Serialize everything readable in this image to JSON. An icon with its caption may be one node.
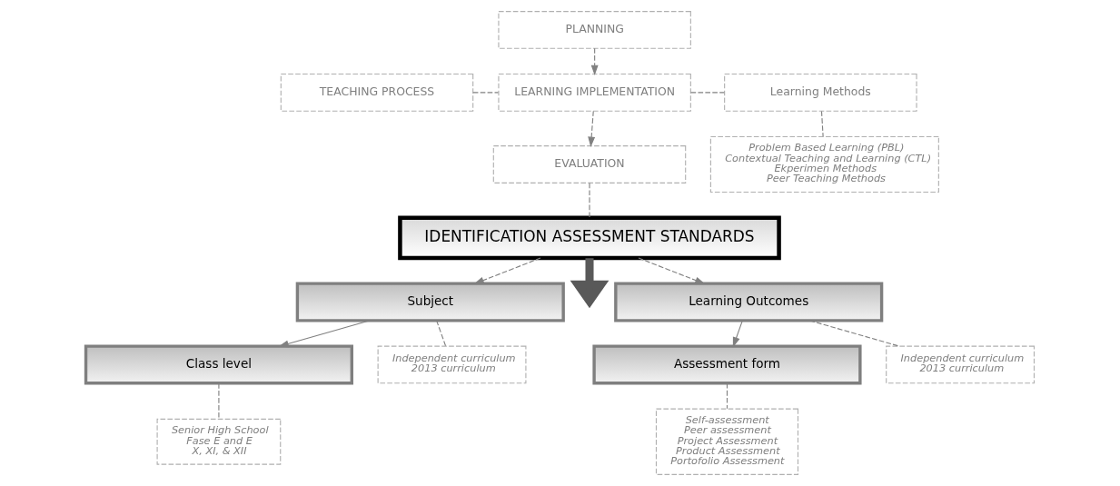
{
  "diagram": {
    "nodes": [
      {
        "text": [
          "PLANNING"
        ]
      },
      {
        "text": [
          "LEARNING IMPLEMENTATION"
        ]
      },
      {
        "text": [
          "EVALUATION"
        ]
      },
      {
        "text": [
          "TEACHING PROCESS"
        ]
      },
      {
        "text": [
          "Learning Methods"
        ]
      },
      {
        "text": [
          "Problem Based Learning (PBL)",
          "Contextual Teaching and Learning (CTL)",
          "Ekperimen Methods",
          "Peer Teaching Methods"
        ]
      },
      {
        "text": [
          "IDENTIFICATION ASSESSMENT STANDARDS"
        ]
      },
      {
        "text": [
          "Subject"
        ]
      },
      {
        "text": [
          "Class level"
        ]
      },
      {
        "text": [
          "Senior High School",
          "Fase E and E",
          "X, XI, & XII"
        ]
      },
      {
        "text": [
          "Independent curriculum",
          "2013 curriculum"
        ]
      },
      {
        "text": [
          "Learning Outcomes"
        ]
      },
      {
        "text": [
          "Assessment form"
        ]
      },
      {
        "text": [
          "Independent curriculum",
          "2013 curriculum"
        ]
      },
      {
        "text": [
          "Self-assessment",
          "Peer assessment",
          "Project Assessment",
          "Product Assessment",
          "Portofolio Assessment"
        ]
      }
    ],
    "edges": [
      {
        "from": 0,
        "to": 1,
        "arrow": "to",
        "style": "dashed"
      },
      {
        "from": 1,
        "to": 2,
        "arrow": "to",
        "style": "dashed"
      },
      {
        "from": 3,
        "to": 1,
        "arrow": "none",
        "style": "dashed"
      },
      {
        "from": 1,
        "to": 4,
        "arrow": "none",
        "style": "dashed"
      },
      {
        "from": 4,
        "to": 5,
        "arrow": "none",
        "style": "dashed"
      },
      {
        "from": 2,
        "to": 6,
        "arrow": "none",
        "style": "dashed"
      },
      {
        "from": 6,
        "to": 7,
        "arrow": "to",
        "style": "dashed"
      },
      {
        "from": 6,
        "to": 11,
        "arrow": "to",
        "style": "dashed"
      },
      {
        "from": 7,
        "to": 8,
        "arrow": "to"
      },
      {
        "from": 7,
        "to": 10,
        "arrow": "none",
        "style": "dashed"
      },
      {
        "from": 8,
        "to": 9,
        "arrow": "none",
        "style": "dashed"
      },
      {
        "from": 11,
        "to": 13,
        "arrow": "none",
        "style": "dashed"
      },
      {
        "from": 11,
        "to": 12,
        "arrow": "to"
      },
      {
        "from": 12,
        "to": 14,
        "arrow": "none",
        "style": "dashed"
      },
      {
        "from": 6,
        "to": null,
        "arrow": "to",
        "style": "thick",
        "color": "#595959"
      }
    ]
  }
}
